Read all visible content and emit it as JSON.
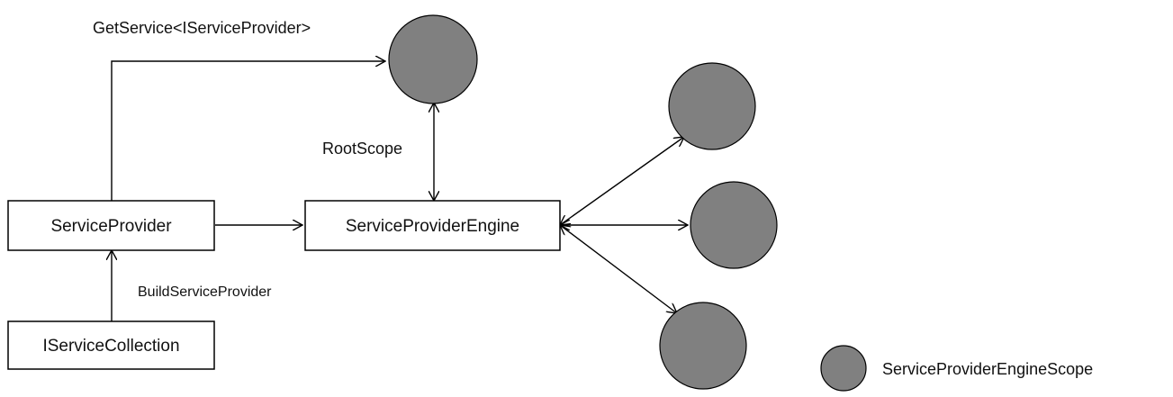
{
  "nodes": {
    "service_provider": "ServiceProvider",
    "service_provider_engine": "ServiceProviderEngine",
    "iservice_collection": "IServiceCollection"
  },
  "edges": {
    "get_service": "GetService<IServiceProvider>",
    "root_scope": "RootScope",
    "build_service_provider": "BuildServiceProvider"
  },
  "legend": {
    "scope": "ServiceProviderEngineScope"
  },
  "colors": {
    "scope_fill": "#808080",
    "stroke": "#000000",
    "box_fill": "#ffffff"
  }
}
